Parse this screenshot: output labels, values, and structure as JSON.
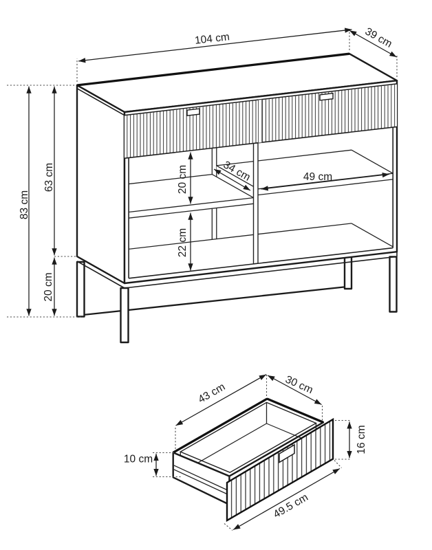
{
  "cabinet": {
    "width": "104 cm",
    "depth": "39 cm",
    "total_height": "83 cm",
    "body_height": "63 cm",
    "leg_height": "20 cm",
    "upper_shelf_clearance": "20 cm",
    "lower_shelf_clearance": "22 cm",
    "shelf_depth": "34 cm",
    "shelf_width": "49 cm"
  },
  "drawer": {
    "inner_length": "43 cm",
    "inner_width": "30 cm",
    "side_height": "10 cm",
    "front_height": "16 cm",
    "front_width": "49.5 cm"
  }
}
